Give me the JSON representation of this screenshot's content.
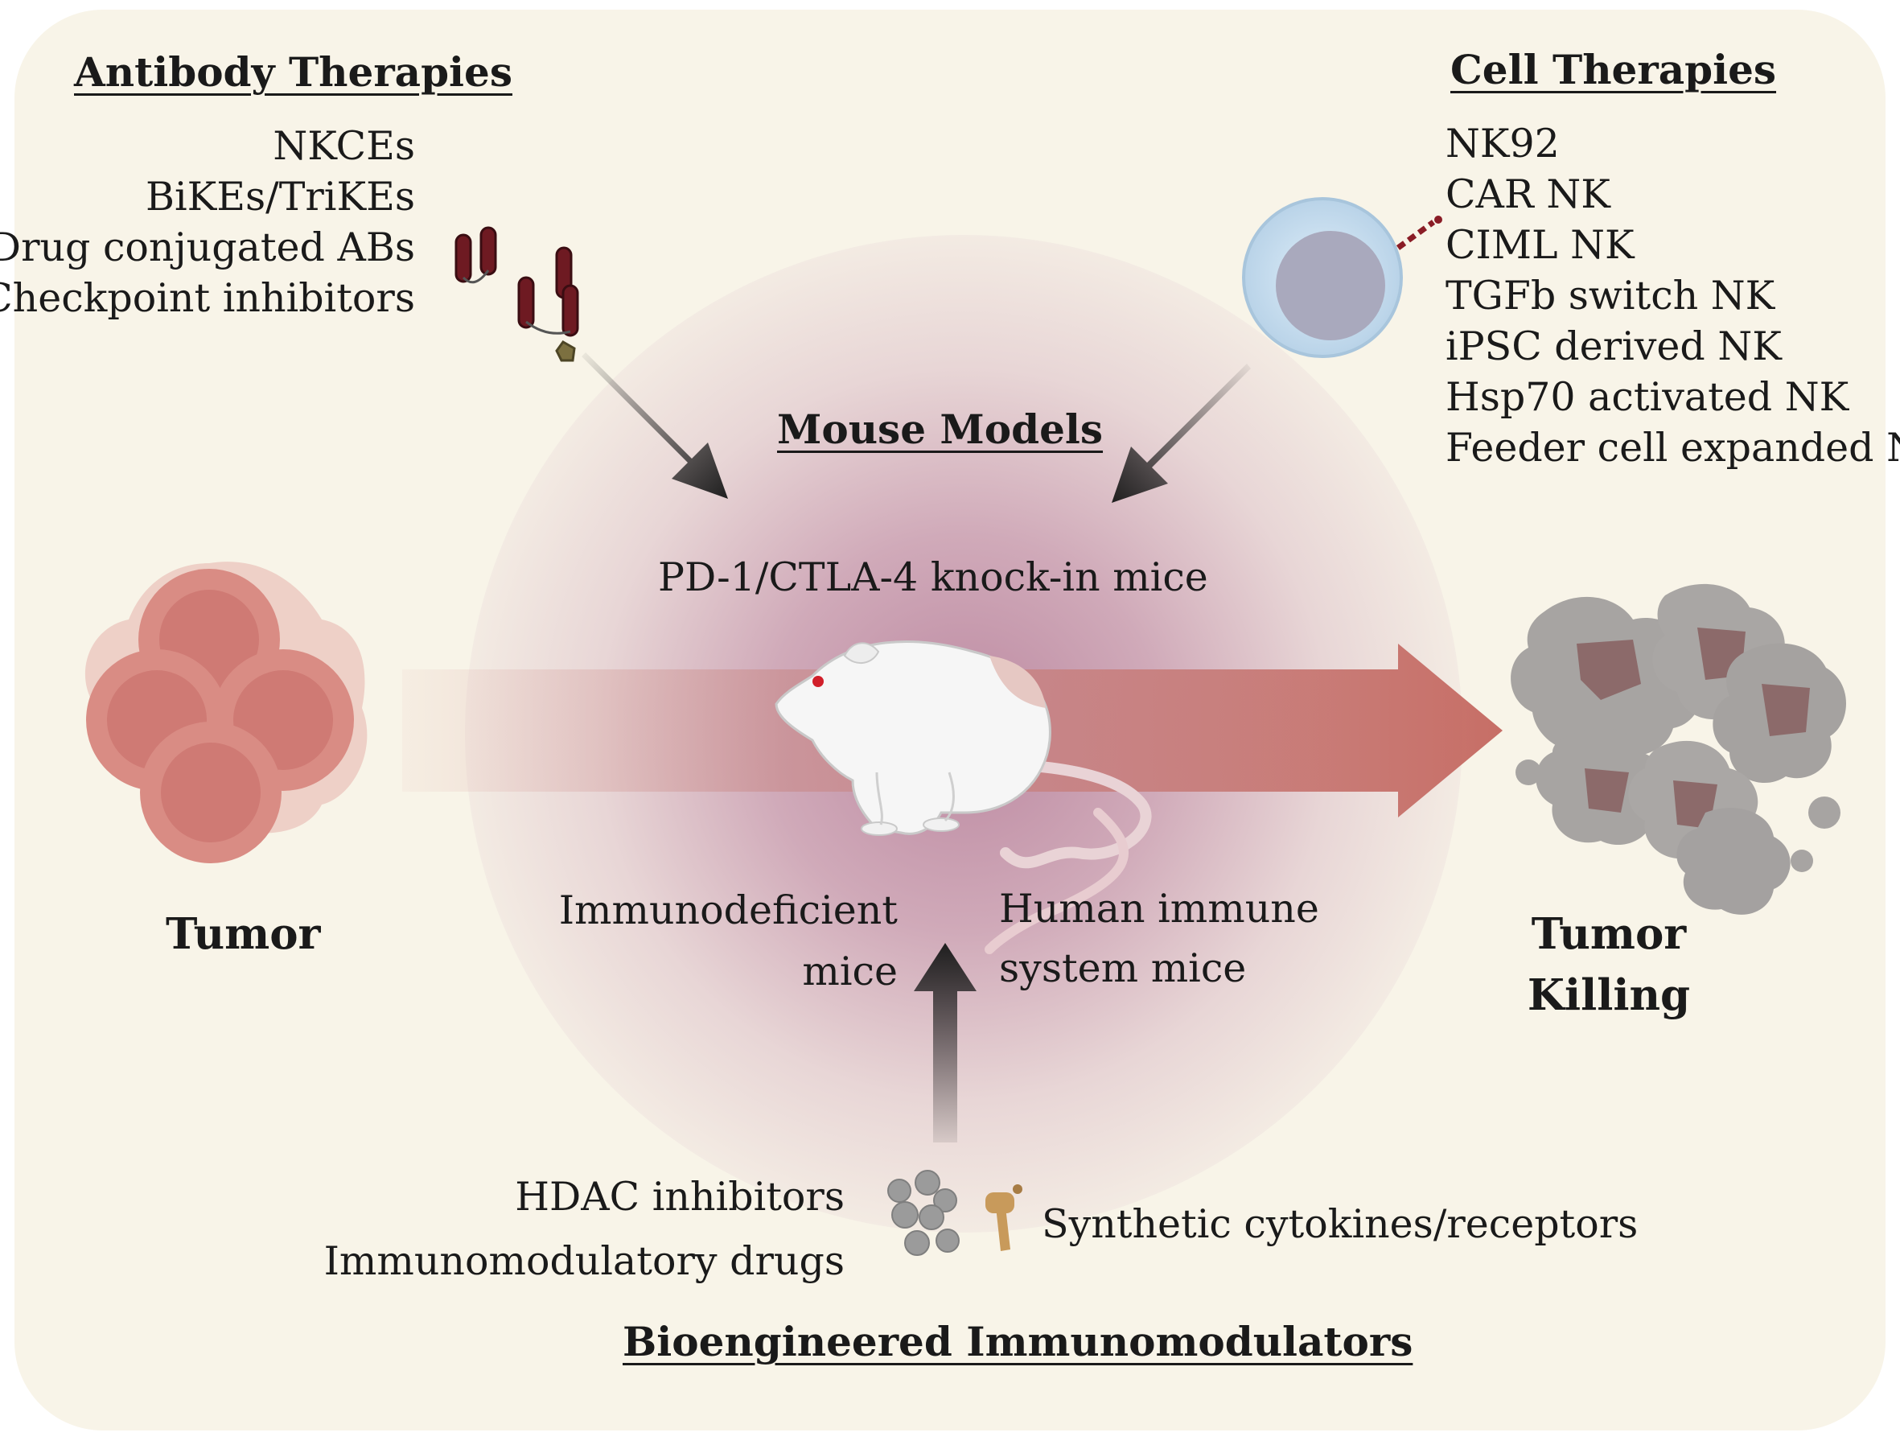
{
  "antibody": {
    "title": "Antibody Therapies",
    "items": [
      "NKCEs",
      "BiKEs/TriKEs",
      "Drug conjugated ABs",
      "Checkpoint inhibitors"
    ]
  },
  "cell": {
    "title": "Cell Therapies",
    "items": [
      "NK92",
      "CAR NK",
      "CIML NK",
      "TGFb switch NK",
      "iPSC derived NK",
      "Hsp70 activated NK",
      "Feeder cell expanded NK"
    ]
  },
  "mouse": {
    "title": "Mouse Models",
    "knockin": "PD-1/CTLA-4 knock-in mice",
    "immunodeficient_1": "Immunodeficient",
    "immunodeficient_2": "mice",
    "human_1": "Human immune",
    "human_2": "system mice"
  },
  "tumor": {
    "label": "Tumor"
  },
  "killing": {
    "line1": "Tumor",
    "line2": "Killing"
  },
  "bio": {
    "title": "Bioengineered Immunomodulators",
    "left": [
      "HDAC inhibitors",
      "Immunomodulatory drugs"
    ],
    "right": "Synthetic cytokines/receptors"
  },
  "colors": {
    "background": "#f8f4e8",
    "tumor_cell": "#d98c84",
    "dead_cell": "#a7a4a2",
    "antibody": "#6e1a22",
    "arrow": "#1f1f1f"
  }
}
